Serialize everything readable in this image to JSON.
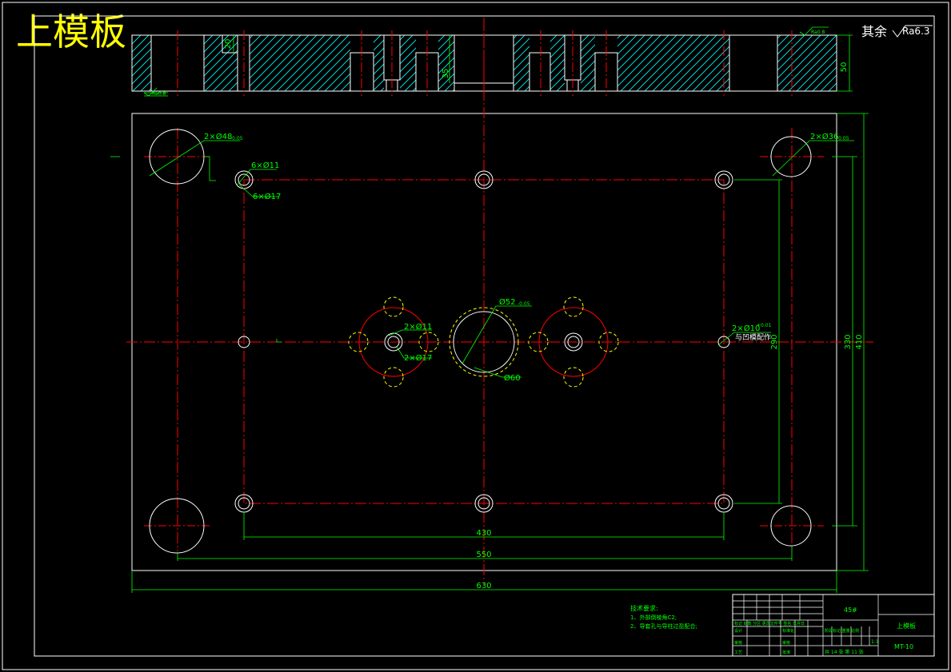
{
  "title": "上模板",
  "roughness_note": {
    "label": "其余",
    "value": "Ra6.3"
  },
  "roughness_top": "Ra0.8",
  "roughness_bottom": "Ra0.8",
  "section_dims": {
    "height": "50",
    "bolt_depth": "20",
    "recess": "35"
  },
  "hole_labels": {
    "guide_bush_left": "2×Ø48",
    "guide_bush_left_tol": "-0.05",
    "guide_bush_right": "2×Ø36",
    "guide_bush_right_tol": "-0.05",
    "screw_through": "6×Ø11",
    "screw_counterbore": "6×Ø17",
    "center_hole": "Ø52",
    "center_hole_tol": "-0.05",
    "center_outer": "Ø60",
    "side_through": "2×Ø11",
    "side_counterbore": "2×Ø17",
    "pin": "2×Ø10",
    "pin_tol": "+0.01",
    "pin_note": "与凹模配作"
  },
  "dimensions": {
    "d430": "430",
    "d550": "550",
    "d630": "630",
    "d290": "290",
    "d330": "330",
    "d410": "410"
  },
  "tech_req": {
    "heading": "技术要求:",
    "items": [
      "1、外部倒棱角C2;",
      "2、导套孔与导柱过盈配合;"
    ]
  },
  "title_block": {
    "material": "45#",
    "part_name": "上模板",
    "drawing_no": "MT-10",
    "scale": "1:1",
    "sheets": "共 14 张    第 11 张",
    "row_labels": [
      "设计",
      "审核",
      "工艺"
    ],
    "col_labels": [
      "标准化",
      "审核",
      "批准"
    ],
    "header_row": "标记 处数 分区 更改文件号 签名 年月日",
    "stage_row": "阶段标记   重量  比例"
  },
  "colors": {
    "red": "#ff0000",
    "green": "#00ff00",
    "white": "#ffffff",
    "yellow": "#ffff00",
    "cyan": "#00ffff"
  }
}
